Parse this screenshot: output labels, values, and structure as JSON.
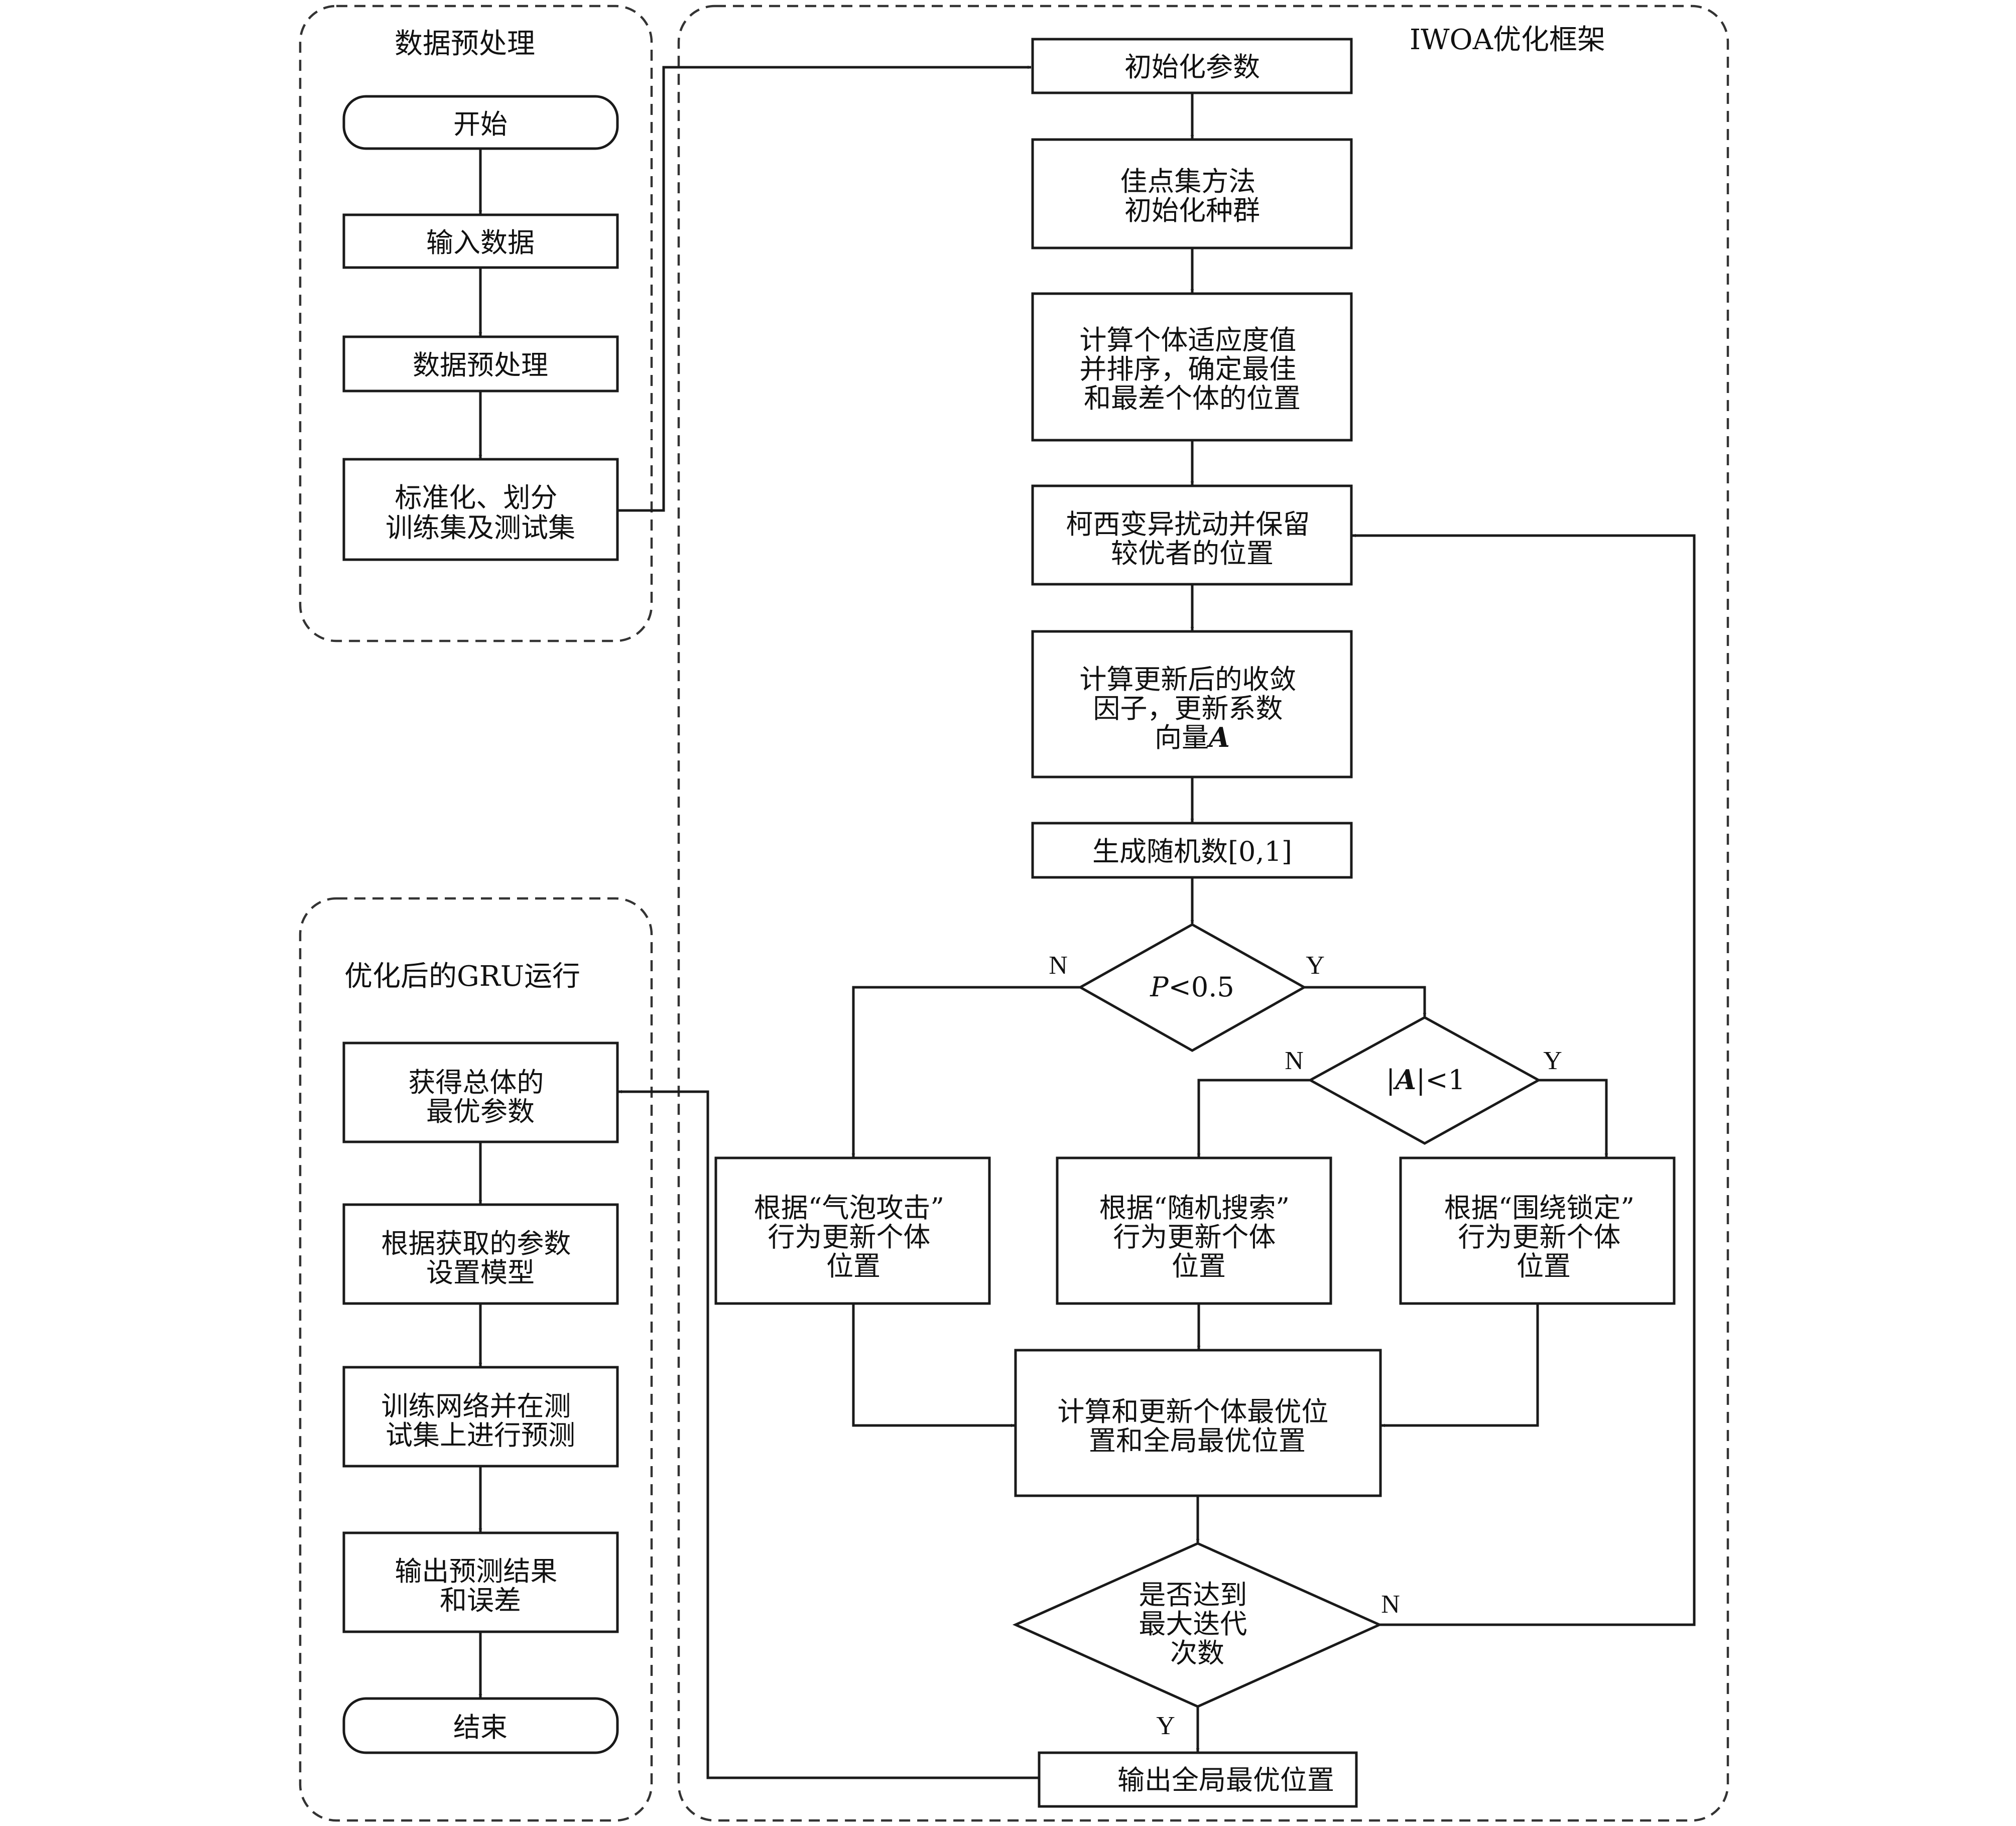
{
  "groups": {
    "preprocess": "数据预处理",
    "iwoa": "IWOA优化框架",
    "gru": "优化后的GRU运行"
  },
  "pre": {
    "start": "开始",
    "input": "输入数据",
    "process": "数据预处理",
    "split": [
      "标准化、划分",
      "训练集及测试集"
    ]
  },
  "iwoa": {
    "init_params": "初始化参数",
    "init_pop": [
      "佳点集方法",
      "初始化种群"
    ],
    "fitness": [
      "计算个体适应度值",
      "并排序，确定最佳",
      "和最差个体的位置"
    ],
    "cauchy": [
      "柯西变异扰动并保留",
      "较优者的位置"
    ],
    "update_factor": [
      "计算更新后的收敛",
      "因子，更新系数",
      "向量"
    ],
    "vector_symbol": "A",
    "random": "生成随机数[0,1]",
    "cond_p": {
      "var": "P",
      "rest": "<0.5"
    },
    "cond_a": {
      "pre": "|",
      "var": "A",
      "rest": "|<1"
    },
    "bubble": [
      "根据“气泡攻击”",
      "行为更新个体",
      "位置"
    ],
    "search": [
      "根据“随机搜索”",
      "行为更新个体",
      "位置"
    ],
    "encircle": [
      "根据“围绕锁定”",
      "行为更新个体",
      "位置"
    ],
    "update_best": [
      "计算和更新个体最优位",
      "置和全局最优位置"
    ],
    "max_iter": [
      "是否达到",
      "最大迭代",
      "次数"
    ],
    "output": "输出全局最优位置"
  },
  "gru": {
    "get_params": [
      "获得总体的",
      "最优参数"
    ],
    "set_model": [
      "根据获取的参数",
      "设置模型"
    ],
    "train": [
      "训练网络并在测",
      "试集上进行预测"
    ],
    "output": [
      "输出预测结果",
      "和误差"
    ],
    "end": "结束"
  },
  "branch": {
    "yes": "Y",
    "no": "N"
  }
}
